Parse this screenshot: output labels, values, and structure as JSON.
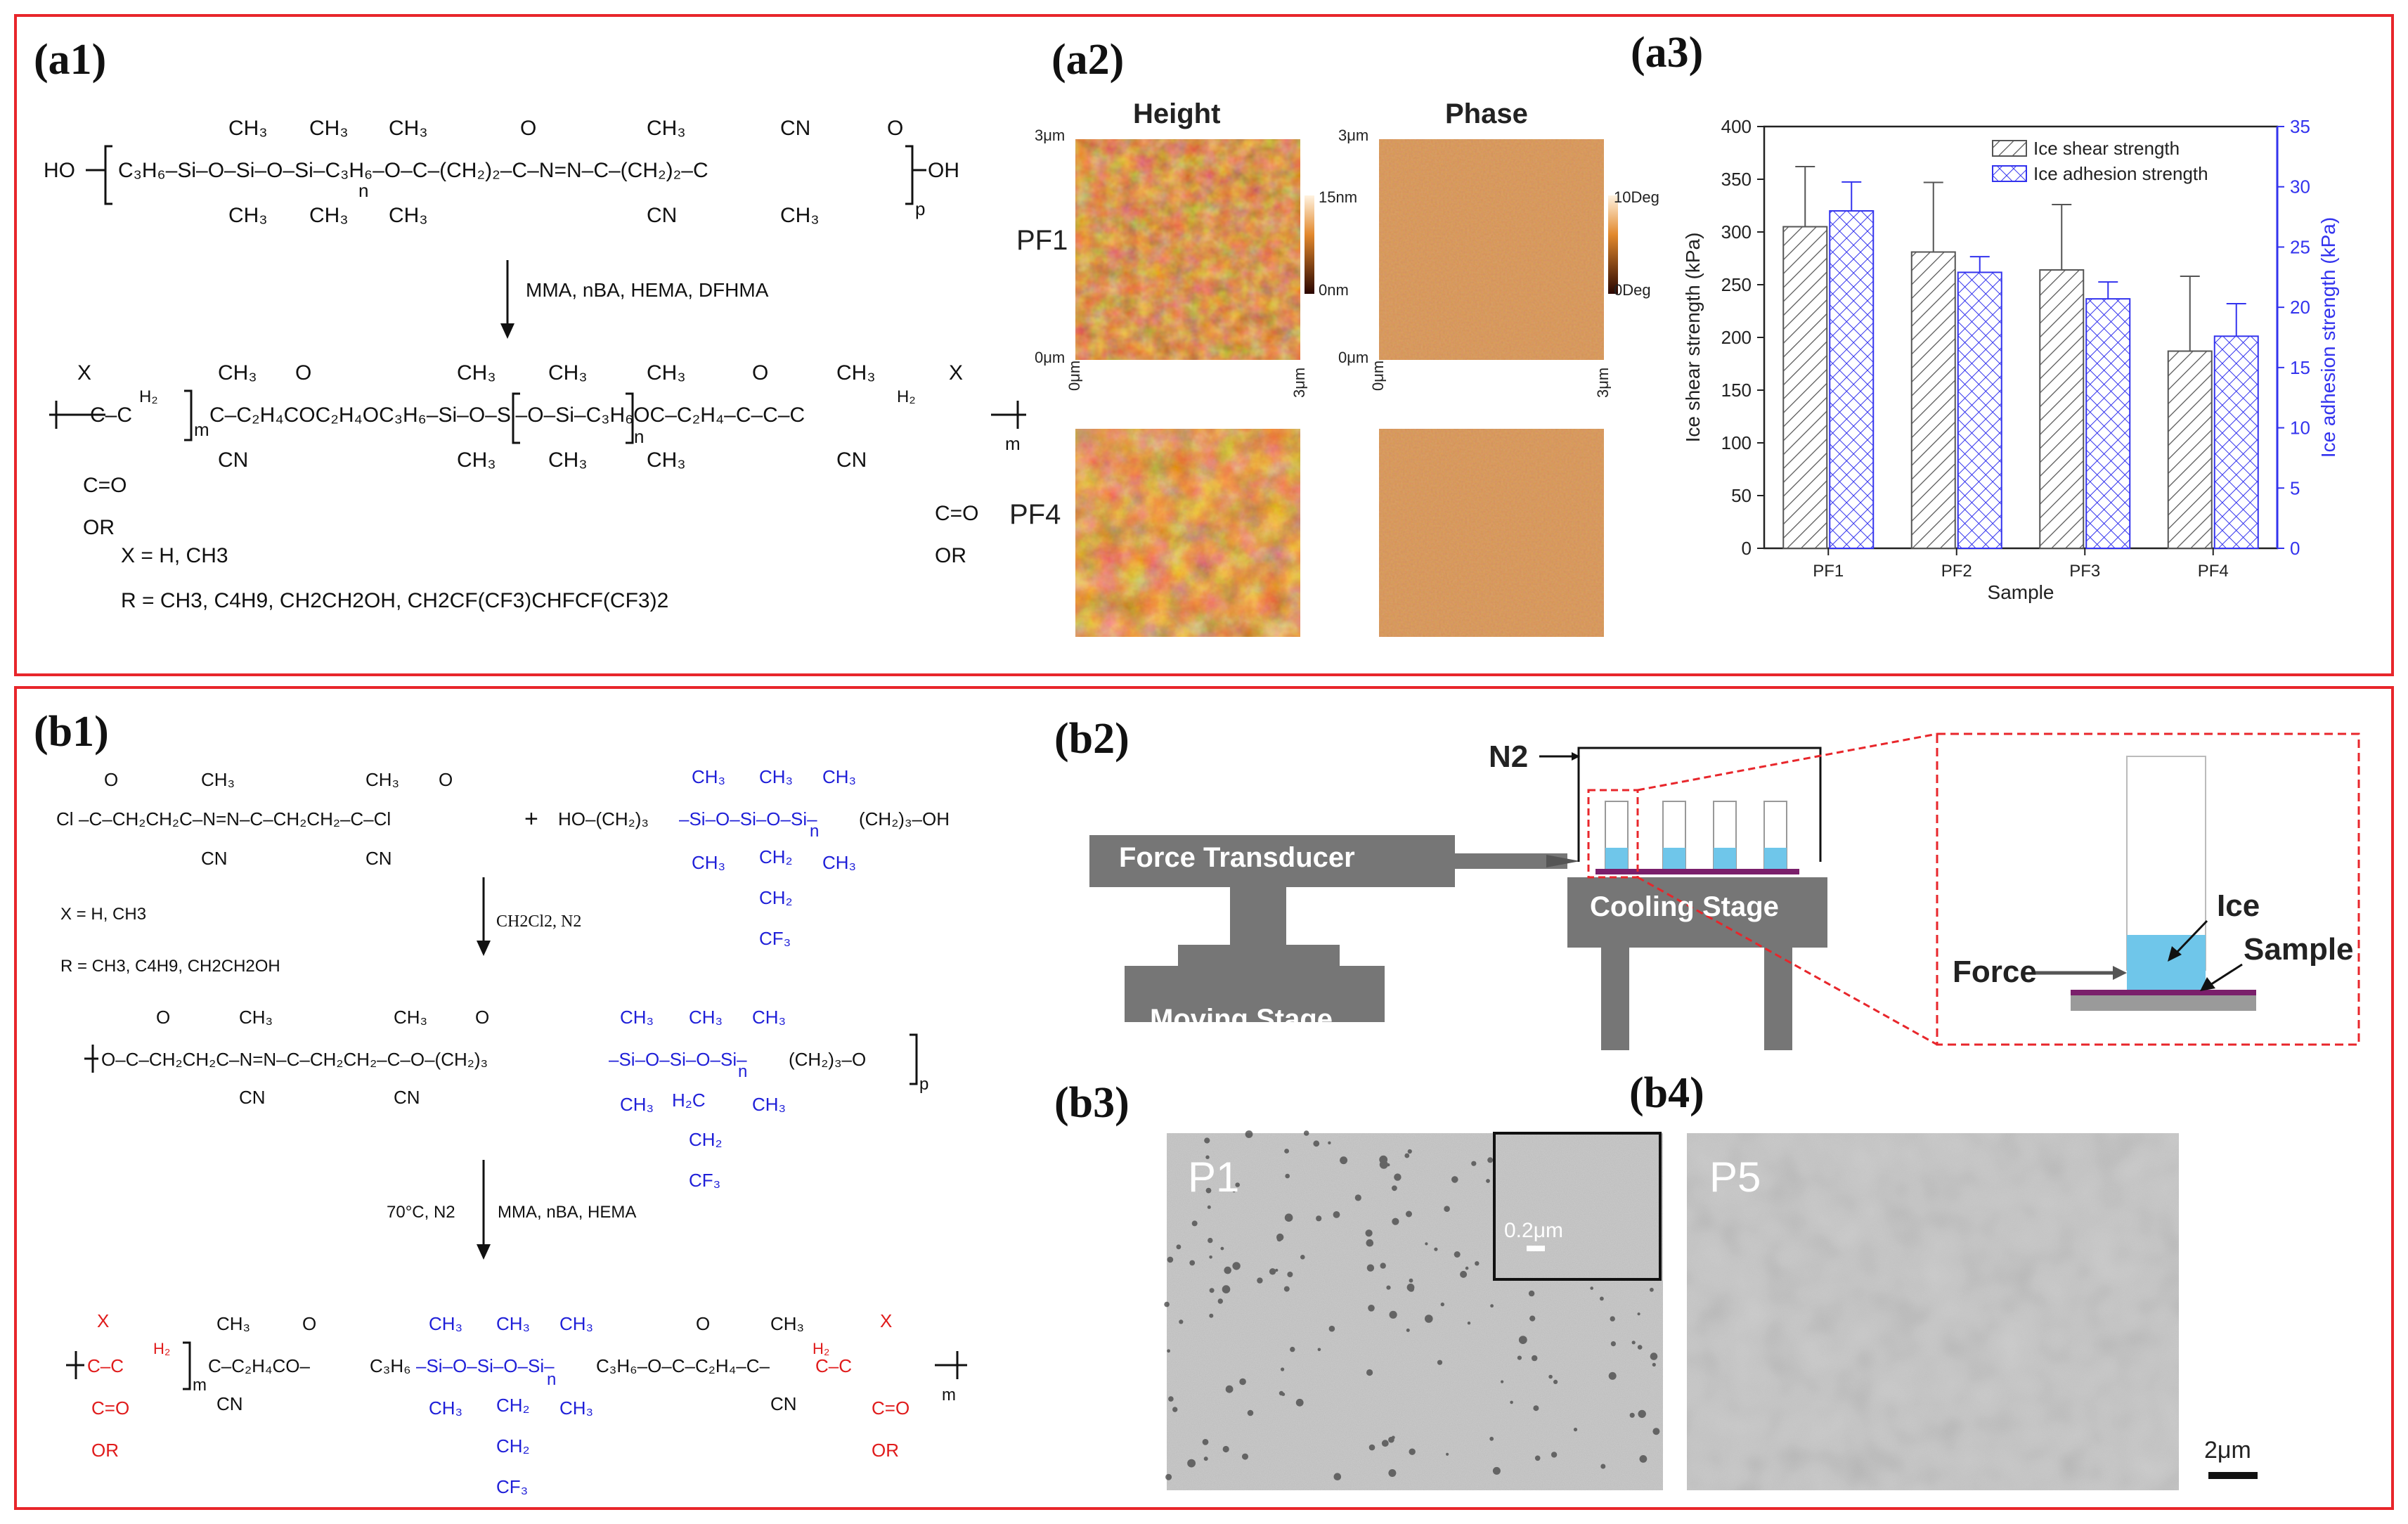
{
  "panel_labels": {
    "a1": "(a1)",
    "a2": "(a2)",
    "a3": "(a3)",
    "b1": "(b1)",
    "b2": "(b2)",
    "b3": "(b3)",
    "b4": "(b4)"
  },
  "a1": {
    "reagents": "MMA, nBA, HEMA, DFHMA",
    "top_left_end": "HO",
    "top_right_end": "OH",
    "sub_n": "n",
    "sub_p": "p",
    "sub_m": "m",
    "x_def": "X = H, CH3",
    "r_def": "R = CH3, C4H9, CH2CH2OH, CH2CF(CF3)CHFCF(CF3)2"
  },
  "a2": {
    "col_height": "Height",
    "col_phase": "Phase",
    "row_pf1": "PF1",
    "row_pf4": "PF4",
    "tick_3um": "3μm",
    "tick_0um": "0μm",
    "height_max": "15nm",
    "height_min": "0nm",
    "phase_max": "10Deg",
    "phase_min": "0Deg",
    "colors": {
      "afm_dark": "#5a1400",
      "afm_mid": "#b04a14",
      "afm_light": "#e89a3c",
      "phase": "#b5561e"
    }
  },
  "chart_data": {
    "type": "bar",
    "categories": [
      "PF1",
      "PF2",
      "PF3",
      "PF4"
    ],
    "xlabel": "Sample",
    "ylabel": "Ice shear strength (kPa)",
    "ylabel_right": "Ice adhesion strength (kPa)",
    "ylim": [
      0,
      400
    ],
    "ylim_right": [
      0,
      35
    ],
    "yticks": [
      0,
      50,
      100,
      150,
      200,
      250,
      300,
      350,
      400
    ],
    "yticks_right": [
      0,
      5,
      10,
      15,
      20,
      25,
      30,
      35
    ],
    "legend_position": "top-right",
    "series": [
      {
        "name": "Ice shear strength",
        "axis": "left",
        "values": [
          305,
          281,
          264,
          187
        ],
        "errors": [
          57,
          66,
          62,
          71
        ],
        "color": "#555555",
        "pattern": "hatch"
      },
      {
        "name": "Ice adhesion strength",
        "axis": "right",
        "values": [
          28.0,
          22.9,
          20.7,
          17.6
        ],
        "errors": [
          2.4,
          1.3,
          1.4,
          2.7
        ],
        "color": "#3333ee",
        "pattern": "crosshatch"
      }
    ]
  },
  "b1": {
    "cond1": "CH2Cl2, N2",
    "cond2_temp": "70°C, N2",
    "cond2_reagents": "MMA, nBA, HEMA",
    "x_def": "X = H, CH3",
    "r_def": "R = CH3, C4H9, CH2CH2OH",
    "left_end": "Cl",
    "plus": "+",
    "colors": {
      "siloxane": "#1f1fd8",
      "acrylic": "#e01b1b",
      "core": "#111111"
    }
  },
  "b2": {
    "force_transducer": "Force Transducer",
    "moving_stage": "Moving Stage",
    "cooling_stage": "Cooling Stage",
    "n2": "N2",
    "ice": "Ice",
    "sample": "Sample",
    "force": "Force",
    "colors": {
      "stage": "#767676",
      "ice": "#6fc6ea",
      "sample": "#7a1f6b",
      "dashed": "#e8262b"
    }
  },
  "b3": {
    "label": "P1",
    "inset_scale": "0.2μm"
  },
  "b4": {
    "label": "P5",
    "scale": "2μm"
  }
}
